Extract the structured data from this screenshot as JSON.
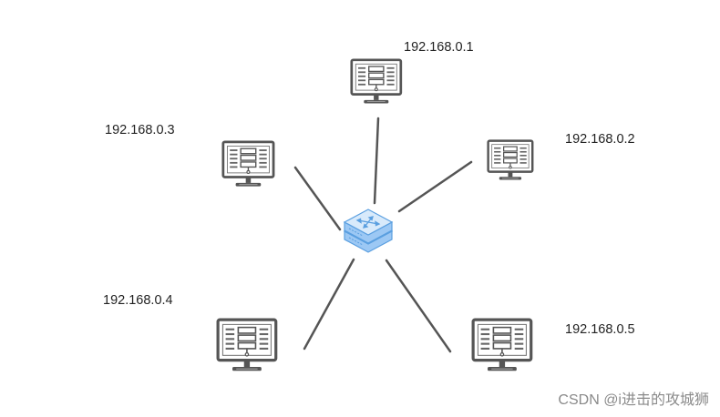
{
  "diagram": {
    "switch": {
      "icon": "network-switch-icon",
      "color": "#8fc0f2"
    },
    "hosts": [
      {
        "id": "host-1",
        "ip": "192.168.0.1",
        "icon": "computer-icon"
      },
      {
        "id": "host-2",
        "ip": "192.168.0.2",
        "icon": "computer-icon"
      },
      {
        "id": "host-3",
        "ip": "192.168.0.3",
        "icon": "computer-icon"
      },
      {
        "id": "host-4",
        "ip": "192.168.0.4",
        "icon": "computer-icon"
      },
      {
        "id": "host-5",
        "ip": "192.168.0.5",
        "icon": "computer-icon"
      }
    ],
    "links": [
      {
        "from": "switch",
        "to": "host-1"
      },
      {
        "from": "switch",
        "to": "host-2"
      },
      {
        "from": "switch",
        "to": "host-3"
      },
      {
        "from": "switch",
        "to": "host-4"
      },
      {
        "from": "switch",
        "to": "host-5"
      }
    ],
    "line_color": "#555555",
    "monitor_color": "#555555"
  },
  "watermark": "CSDN @i进击的攻城狮"
}
